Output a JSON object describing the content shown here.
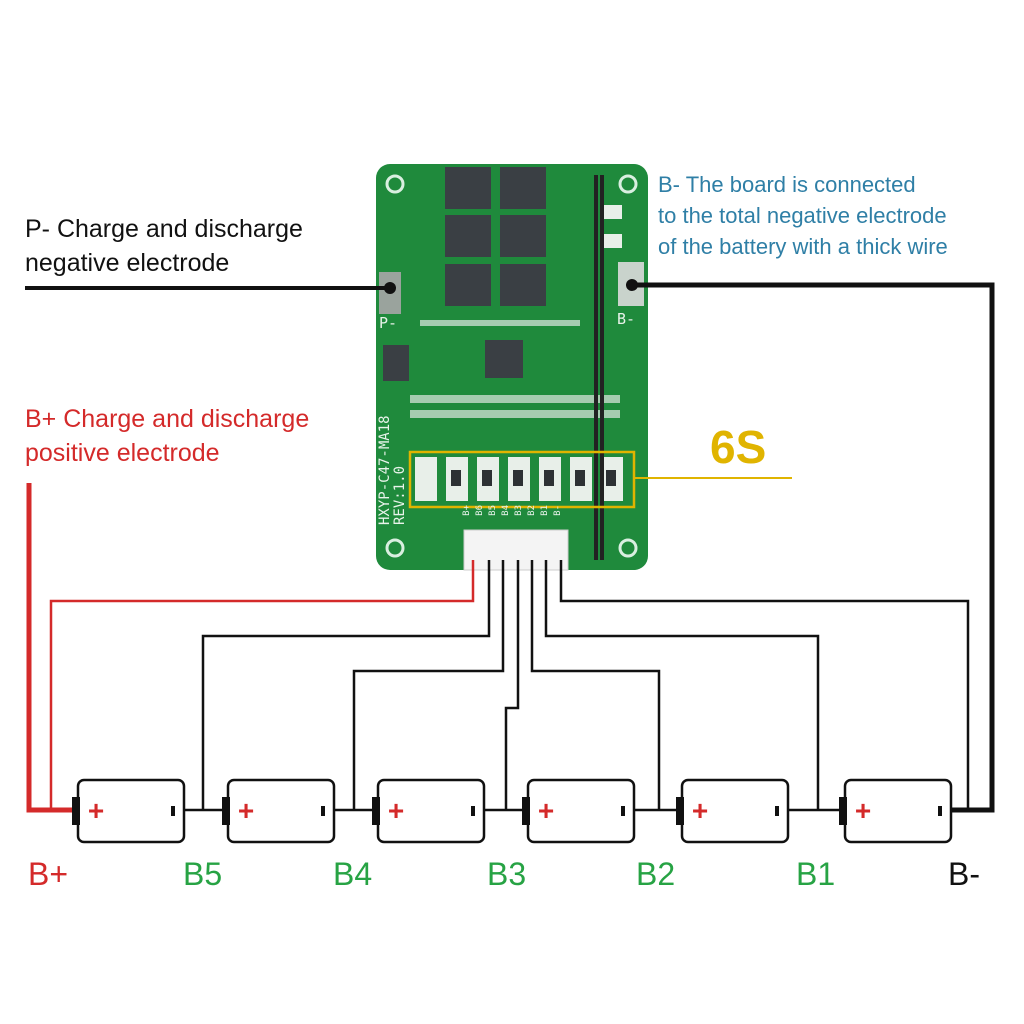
{
  "labels": {
    "p_minus": [
      "P- Charge and discharge",
      "negative electrode"
    ],
    "b_plus": [
      "B+ Charge and discharge",
      "positive electrode"
    ],
    "b_minus_note": [
      "B- The board is connected",
      "to the total negative electrode",
      "of the battery with a thick wire"
    ],
    "series": "6S"
  },
  "board": {
    "model": "HXYP-C47-MA18",
    "revision": "REV:1.0",
    "pad_p": "P-",
    "pad_b": "B-",
    "connector_pins": [
      "B+",
      "B6",
      "B5",
      "B4",
      "B3",
      "B2",
      "B1",
      "B-"
    ]
  },
  "nodes": [
    "B+",
    "B5",
    "B4",
    "B3",
    "B2",
    "B1",
    "B-"
  ],
  "battery_symbol": "+",
  "colors": {
    "positive": "#d42a2a",
    "balance": "#27a344",
    "negative": "#111111",
    "note": "#2f7fa6",
    "highlight": "#e0b400",
    "pcb": "#1f8a3c"
  }
}
